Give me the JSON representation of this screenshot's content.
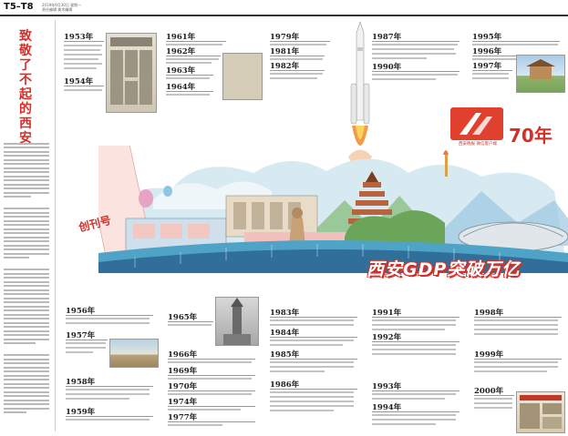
{
  "header": {
    "page_label": "T5–T8",
    "masthead_line1": "2019年9月30日 星期一",
    "masthead_line2": "责任编辑 美术编辑"
  },
  "side": {
    "title": "致敬了不起的西安"
  },
  "feature": {
    "headline": "西安GDP突破万亿",
    "anniversary": "70年",
    "logo_caption": "西安晚报 微信客户端",
    "newspaper_slogan": "创刊号"
  },
  "years_top": [
    "1953年",
    "1954年",
    "1961年",
    "1962年",
    "1963年",
    "1964年",
    "1979年",
    "1981年",
    "1982年",
    "1987年",
    "1990年",
    "1995年",
    "1996年",
    "1997年"
  ],
  "years_bottom": [
    "1956年",
    "1957年",
    "1958年",
    "1959年",
    "1965年",
    "1966年",
    "1969年",
    "1970年",
    "1974年",
    "1977年",
    "1983年",
    "1984年",
    "1985年",
    "1986年",
    "1991年",
    "1992年",
    "1993年",
    "1994年",
    "1998年",
    "1999年",
    "2000年"
  ],
  "colors": {
    "accent": "#d4302a",
    "sky": "#cfe4ee",
    "bridge": "#4fa3c7",
    "bridge_base": "#2f6f9a",
    "green": "#6ba55a"
  }
}
